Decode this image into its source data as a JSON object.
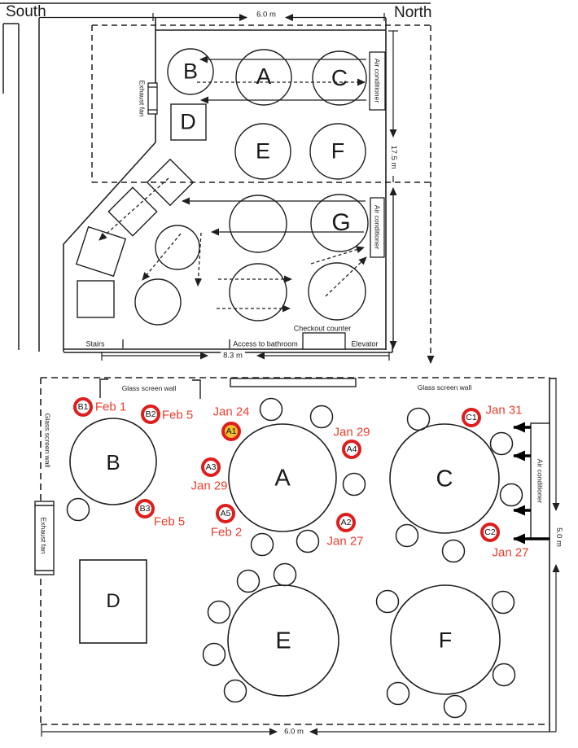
{
  "colors": {
    "ink": "#1f1f1f",
    "marker_ring": "#e01d1d",
    "index_case_fill": "#f2bf2e",
    "date_text": "#e8402e"
  },
  "compass": {
    "south": "South",
    "north": "North"
  },
  "overview": {
    "dim_width_top": "6.0 m",
    "dim_height": "17.5 m",
    "dim_width_bottom": "8.3 m",
    "exhaust_fan": "Exhaust fan",
    "air_conditioner_upper": "Air conditioner",
    "air_conditioner_lower": "Air conditioner",
    "stairs": "Stairs",
    "access_bathroom": "Access to bathroom",
    "checkout_counter": "Checkout counter",
    "elevator": "Elevator",
    "tables": {
      "A": "A",
      "B": "B",
      "C": "C",
      "D": "D",
      "E": "E",
      "F": "F",
      "G": "G"
    }
  },
  "detail": {
    "dim_width": "6.0 m",
    "dim_height": "5.0 m",
    "glass_wall_top_left": "Glass screen wall",
    "glass_wall_top_right": "Glass screen wall",
    "glass_wall_left": "Glass screen wall",
    "exhaust_fan": "Exhaust fan",
    "air_conditioner": "Air conditioner",
    "tables": {
      "A": "A",
      "B": "B",
      "C": "C",
      "D": "D",
      "E": "E",
      "F": "F"
    },
    "patients": {
      "A1": {
        "id": "A1",
        "date": "Jan 24",
        "index_case": true
      },
      "A2": {
        "id": "A2",
        "date": "Jan 27"
      },
      "A3": {
        "id": "A3",
        "date": "Jan 29"
      },
      "A4": {
        "id": "A4",
        "date": "Jan 29"
      },
      "A5": {
        "id": "A5",
        "date": "Feb 2"
      },
      "B1": {
        "id": "B1",
        "date": "Feb 1"
      },
      "B2": {
        "id": "B2",
        "date": "Feb 5"
      },
      "B3": {
        "id": "B3",
        "date": "Feb 5"
      },
      "C1": {
        "id": "C1",
        "date": "Jan 31"
      },
      "C2": {
        "id": "C2",
        "date": "Jan 27"
      }
    }
  }
}
